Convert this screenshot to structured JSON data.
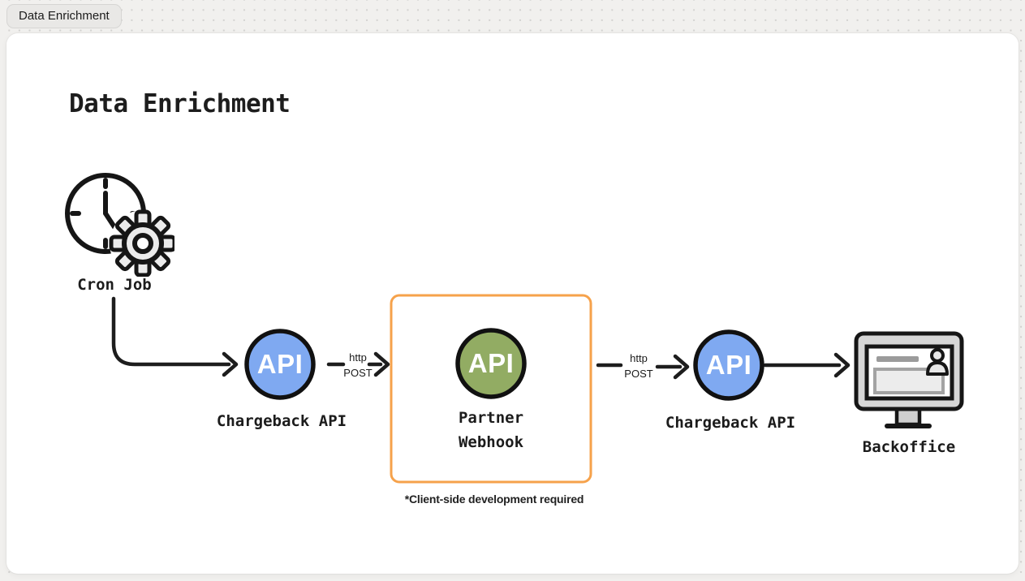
{
  "tab": {
    "label": "Data Enrichment"
  },
  "diagram": {
    "title": "Data Enrichment",
    "colors": {
      "api_blue": "#7fa9f1",
      "api_green": "#92ac63",
      "container_orange": "#f6a24b",
      "ink": "#1d1d1d"
    },
    "nodes": {
      "cron": {
        "label": "Cron Job",
        "icon": "clock-gear-icon"
      },
      "chargeback_api_1": {
        "badge": "API",
        "label": "Chargeback API"
      },
      "partner_webhook": {
        "badge": "API",
        "label_line1": "Partner",
        "label_line2": "Webhook"
      },
      "chargeback_api_2": {
        "badge": "API",
        "label": "Chargeback API"
      },
      "backoffice": {
        "label": "Backoffice",
        "icon": "monitor-icon"
      }
    },
    "edges": {
      "api1_to_webhook": {
        "label_line1": "http",
        "label_line2": "POST"
      },
      "webhook_to_api2": {
        "label_line1": "http",
        "label_line2": "POST"
      }
    },
    "note": "*Client-side development required"
  }
}
